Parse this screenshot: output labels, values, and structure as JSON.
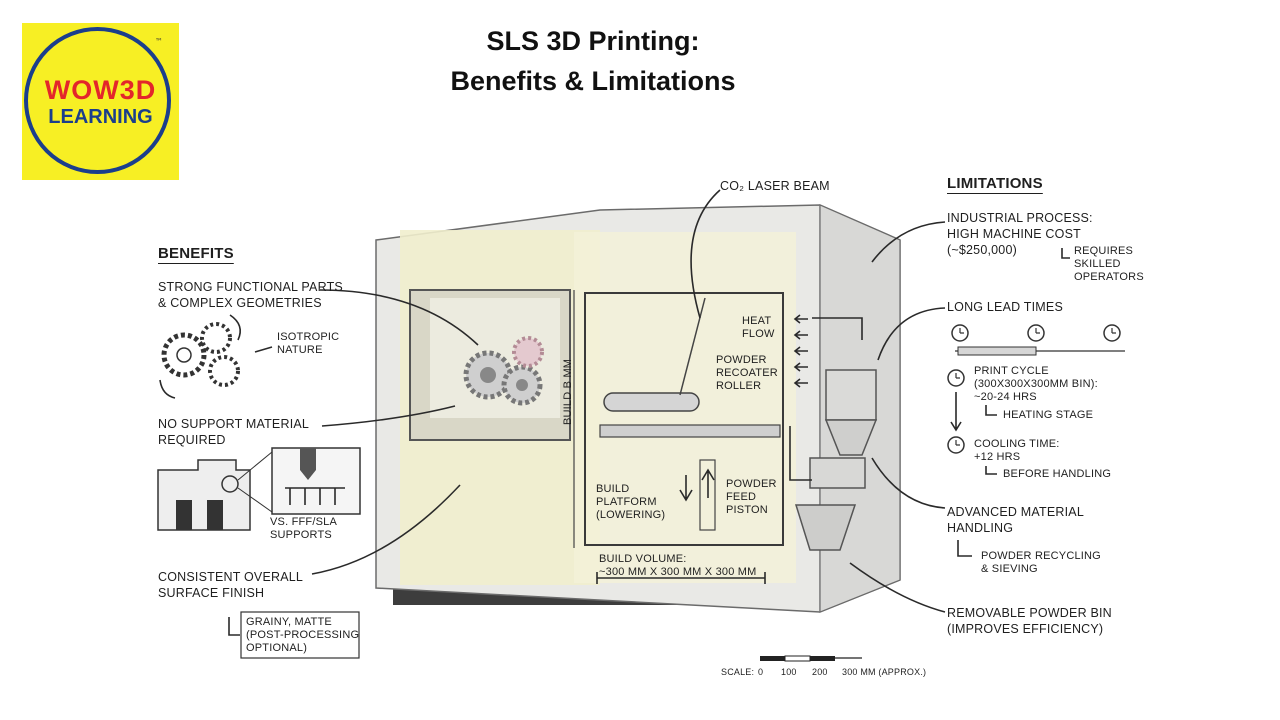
{
  "header": {
    "title_line1": "SLS 3D Printing:",
    "title_line2": "Benefits & Limitations"
  },
  "logo": {
    "text_top": "WOW3D",
    "text_bottom": "LEARNING",
    "tm": "™",
    "colors": {
      "bg": "#f7ef24",
      "ring": "#1b3e8c",
      "red": "#e3262b"
    }
  },
  "benefits": {
    "heading": "BENEFITS",
    "strong_parts": "STRONG FUNCTIONAL PARTS\n& COMPLEX GEOMETRIES",
    "isotropic": "ISOTROPIC\nNATURE",
    "no_support": "NO SUPPORT MATERIAL\nREQUIRED",
    "vs_supports": "vs. FFF/SLA\nSUPPORTS",
    "finish": "CONSISTENT OVERALL\nSURFACE FINISH",
    "grainy": "GRAINY, MATTE\n(POST-PROCESSING\nOPTIONAL)"
  },
  "machine": {
    "laser": "CO₂ LASER BEAM",
    "heat_flow": "HEAT\nFLOW",
    "recoater": "POWDER\nRECOATER\nROLLER",
    "build_label": "BUILD b mm",
    "platform": "BUILD\nPLATFORM\n(LOWERING)",
    "feed": "POWDER\nFEED\nPISTON",
    "volume": "BUILD VOLUME:\n~300 mm x 300 mm x 300 mm",
    "scale_label": "SCALE:",
    "scale_ticks": [
      "0",
      "100",
      "200",
      "300 mm (APPROX.)"
    ]
  },
  "limitations": {
    "heading": "LIMITATIONS",
    "industrial": "INDUSTRIAL PROCESS:\nHIGH MACHINE COST\n(~$250,000)",
    "skilled": "REQUIRES\nSKILLED\nOPERATORS",
    "lead_times": "LONG LEAD TIMES",
    "print_cycle": "PRINT CYCLE\n(300x300x300mm BIN):\n~20-24 HRS",
    "heating": "HEATING STAGE",
    "cooling": "COOLING TIME:\n+12 HRS",
    "before_handling": "BEFORE HANDLING",
    "material": "ADVANCED MATERIAL\nHANDLING",
    "recycling": "POWDER RECYCLING\n& SIEVING",
    "removable": "REMOVABLE POWDER BIN\n(IMPROVES EFFICIENCY)"
  }
}
